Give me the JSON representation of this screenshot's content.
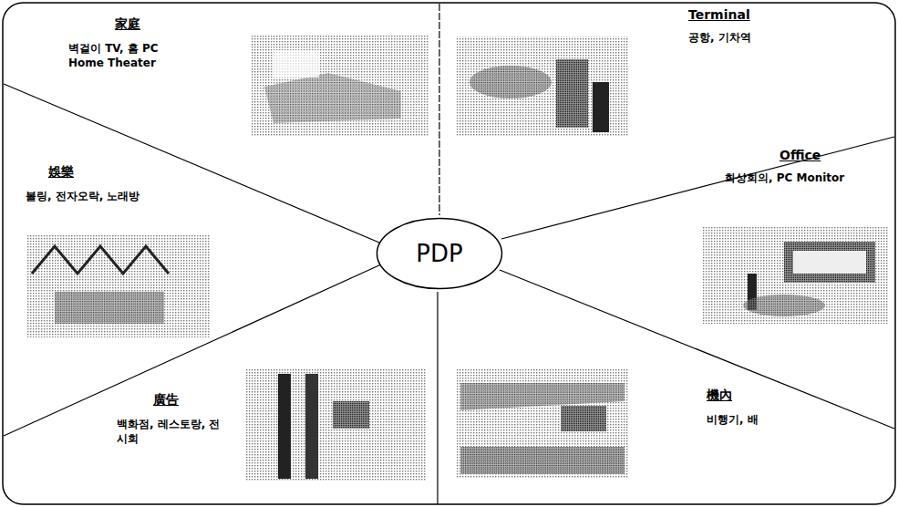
{
  "diagram": {
    "nodes": [
      {
        "text": [
          "家庭",
          "벽걸이 TV, 홈 PC Home Theater"
        ]
      },
      {
        "text": [
          "Terminal",
          "공항, 기차역"
        ]
      },
      {
        "text": [
          "娛樂",
          "볼링, 전자오락, 노래방"
        ]
      },
      {
        "text": [
          "PDP"
        ]
      },
      {
        "text": [
          "Office",
          "화상회의, PC Monitor"
        ]
      },
      {
        "text": [
          "廣告",
          "백화점, 레스토랑, 전시회"
        ]
      },
      {
        "text": [
          "機內",
          "비행기, 배"
        ]
      }
    ]
  }
}
